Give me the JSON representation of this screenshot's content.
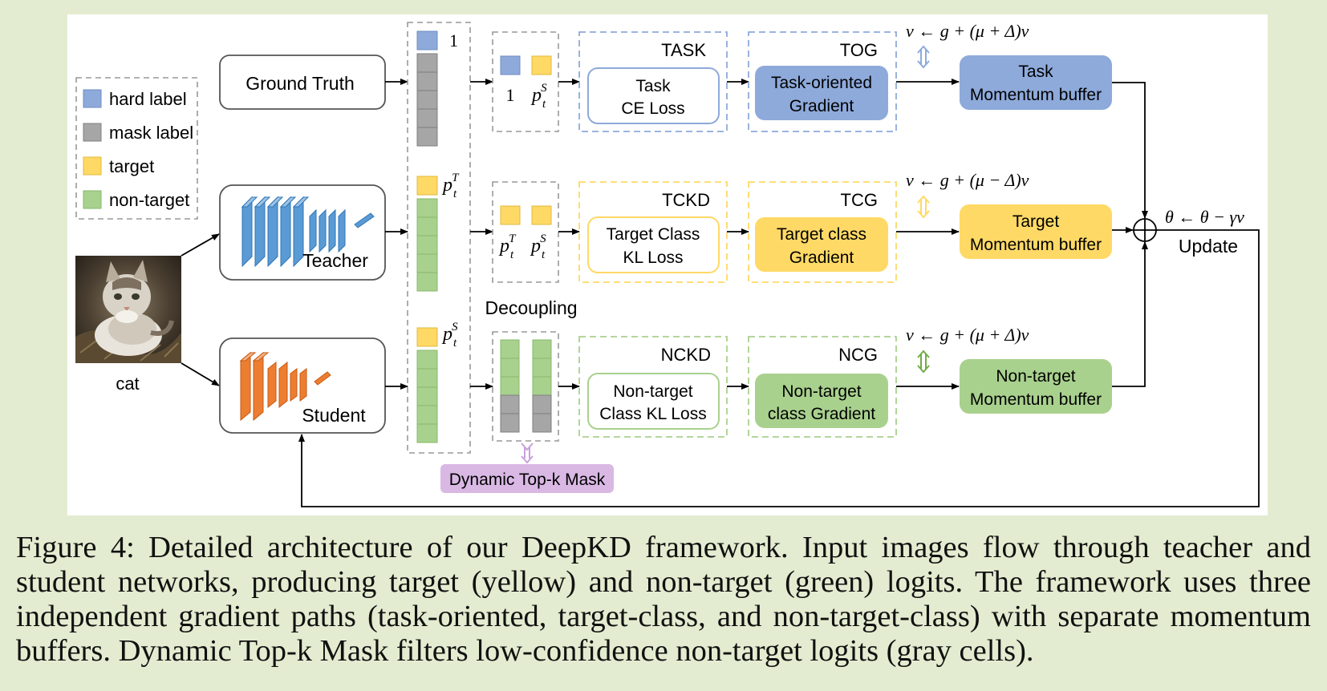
{
  "legend": {
    "items": [
      {
        "label": "hard label",
        "color": "#8eaadb"
      },
      {
        "label": "mask label",
        "color": "#a6a6a6"
      },
      {
        "label": "target",
        "color": "#ffd966"
      },
      {
        "label": "non-target",
        "color": "#a9d18e"
      }
    ]
  },
  "inputs": {
    "ground_truth": "Ground Truth",
    "teacher": "Teacher",
    "student": "Student",
    "image_label": "cat"
  },
  "logits": {
    "one": "1",
    "pt_T_base": "p",
    "pt_T_sub": "t",
    "pt_T_sup": "T",
    "pt_S_base": "p",
    "pt_S_sub": "t",
    "pt_S_sup": "S"
  },
  "decoupling": "Decoupling",
  "mask": "Dynamic Top-k Mask",
  "paths": {
    "task": {
      "loss_title": "TASK",
      "loss_line1": "Task",
      "loss_line2": "CE Loss",
      "grad_title": "TOG",
      "grad_line1": "Task-oriented",
      "grad_line2": "Gradient",
      "formula": "v ← g + (μ + Δ)v",
      "buffer_line1": "Task",
      "buffer_line2": "Momentum buffer"
    },
    "target": {
      "loss_title": "TCKD",
      "loss_line1": "Target Class",
      "loss_line2": "KL Loss",
      "grad_title": "TCG",
      "grad_line1": "Target class",
      "grad_line2": "Gradient",
      "formula": "v ← g + (μ − Δ)v",
      "buffer_line1": "Target",
      "buffer_line2": "Momentum buffer"
    },
    "nontarget": {
      "loss_title": "NCKD",
      "loss_line1": "Non-target",
      "loss_line2": "Class KL Loss",
      "grad_title": "NCG",
      "grad_line1": "Non-target",
      "grad_line2": "class Gradient",
      "formula": "v ← g + (μ + Δ)v",
      "buffer_line1": "Non-target",
      "buffer_line2": "Momentum buffer"
    }
  },
  "update": {
    "formula": "θ ← θ − γv",
    "label": "Update"
  },
  "colors": {
    "blue": "#8eaadb",
    "gray": "#a6a6a6",
    "yellow": "#ffd966",
    "green": "#a9d18e",
    "purple": "#d9b8e4",
    "teacher_net": "#5b9bd5",
    "student_net": "#ed7d31"
  },
  "caption": "Figure 4: Detailed architecture of our DeepKD framework. Input images flow through teacher and student networks, producing target (yellow) and non-target (green) logits. The framework uses three independent gradient paths (task-oriented, target-class, and non-target-class) with separate momentum buffers. Dynamic Top-k Mask filters low-confidence non-target logits (gray cells)."
}
